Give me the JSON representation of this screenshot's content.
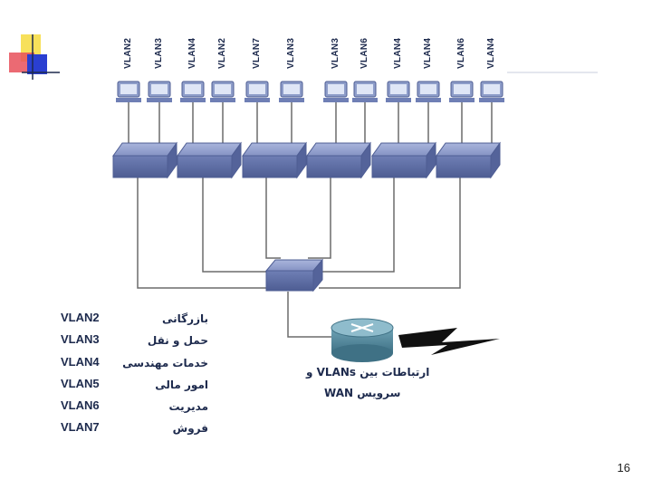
{
  "colors": {
    "accent_yellow": "#f7e05a",
    "accent_red": "#e8505b",
    "accent_blue": "#2a3fd1",
    "device_blue": "#6f7fb5",
    "router_teal": "#5d8fa3",
    "line_gray": "#6b6b6b",
    "text_navy": "#1d2a4d"
  },
  "workstation_labels": [
    "VLAN2",
    "VLAN3",
    "VLAN4",
    "VLAN2",
    "VLAN7",
    "VLAN3",
    "VLAN3",
    "VLAN6",
    "VLAN4",
    "VLAN4",
    "VLAN6",
    "VLAN4"
  ],
  "legend": [
    {
      "code": "VLAN2",
      "name": "بازرگانی"
    },
    {
      "code": "VLAN3",
      "name": "حمل و نقل"
    },
    {
      "code": "VLAN4",
      "name": "خدمات مهندسی"
    },
    {
      "code": "VLAN5",
      "name": "امور مالی"
    },
    {
      "code": "VLAN6",
      "name": "مدیریت"
    },
    {
      "code": "VLAN7",
      "name": "فروش"
    }
  ],
  "router_caption": {
    "line1": "ارتباطات بین VLANs و",
    "line2": "سرویس WAN"
  },
  "page_number": "16",
  "icons": [
    "workstation-icon",
    "switch-icon",
    "router-icon",
    "wan-lightning-icon"
  ]
}
